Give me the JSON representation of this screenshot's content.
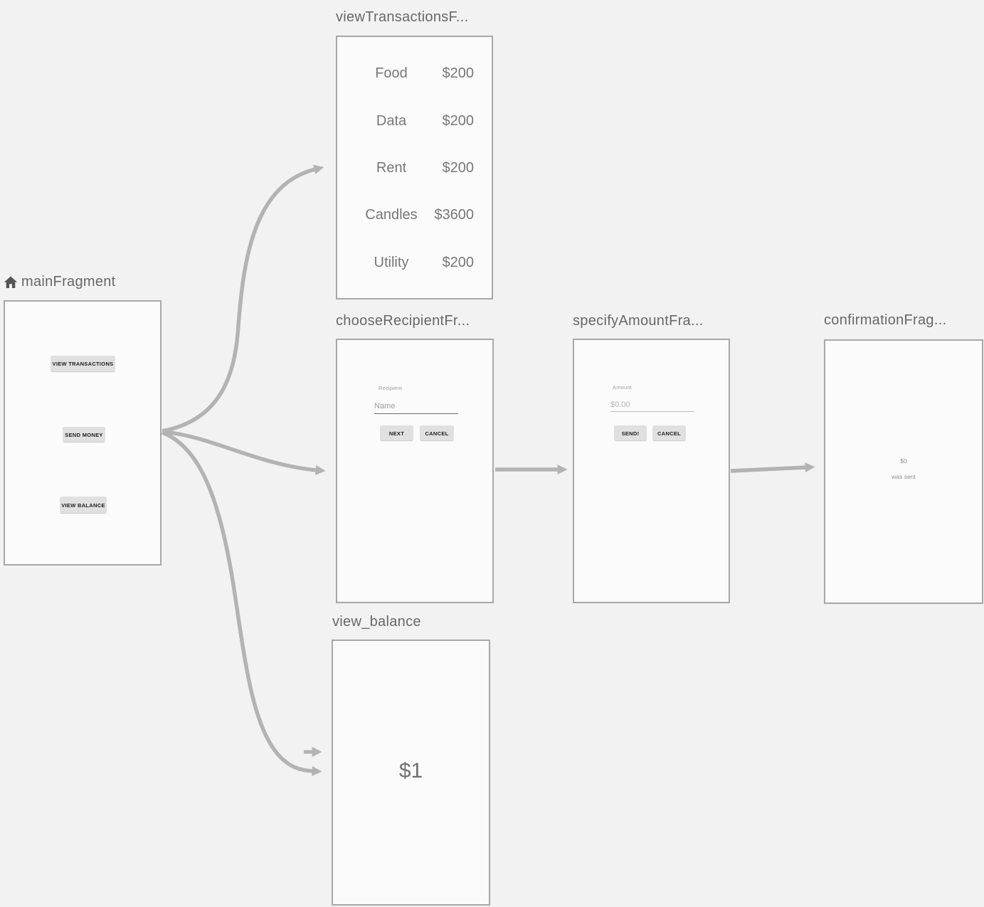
{
  "colors": {
    "canvas_bg": "#f2f2f2",
    "card_bg": "#fbfbfb",
    "card_border": "#a8a8a8",
    "arrow": "#b3b3b3",
    "title_text": "#686868",
    "button_bg": "#e0e0e0"
  },
  "icons": {
    "home": "home-icon"
  },
  "fragments": {
    "view_transactions": {
      "title": "viewTransactionsF...",
      "rows": [
        {
          "label": "Food",
          "amount": "$200"
        },
        {
          "label": "Data",
          "amount": "$200"
        },
        {
          "label": "Rent",
          "amount": "$200"
        },
        {
          "label": "Candles",
          "amount": "$3600"
        },
        {
          "label": "Utility",
          "amount": "$200"
        }
      ]
    },
    "main": {
      "title": "mainFragment",
      "buttons": {
        "view_transactions": "VIEW TRANSACTIONS",
        "send_money": "SEND MONEY",
        "view_balance": "VIEW BALANCE"
      }
    },
    "choose_recipient": {
      "title": "chooseRecipientFr...",
      "field_label": "Recipient",
      "field_value": "Name",
      "next_button": "NEXT",
      "cancel_button": "CANCEL"
    },
    "specify_amount": {
      "title": "specifyAmountFra...",
      "field_label": "Amount",
      "field_value": "$0.00",
      "send_button": "SEND!",
      "cancel_button": "CANCEL"
    },
    "confirmation": {
      "title": "confirmationFrag...",
      "amount": "$0",
      "caption": "was sent"
    },
    "view_balance": {
      "title": "view_balance",
      "balance": "$1"
    }
  }
}
